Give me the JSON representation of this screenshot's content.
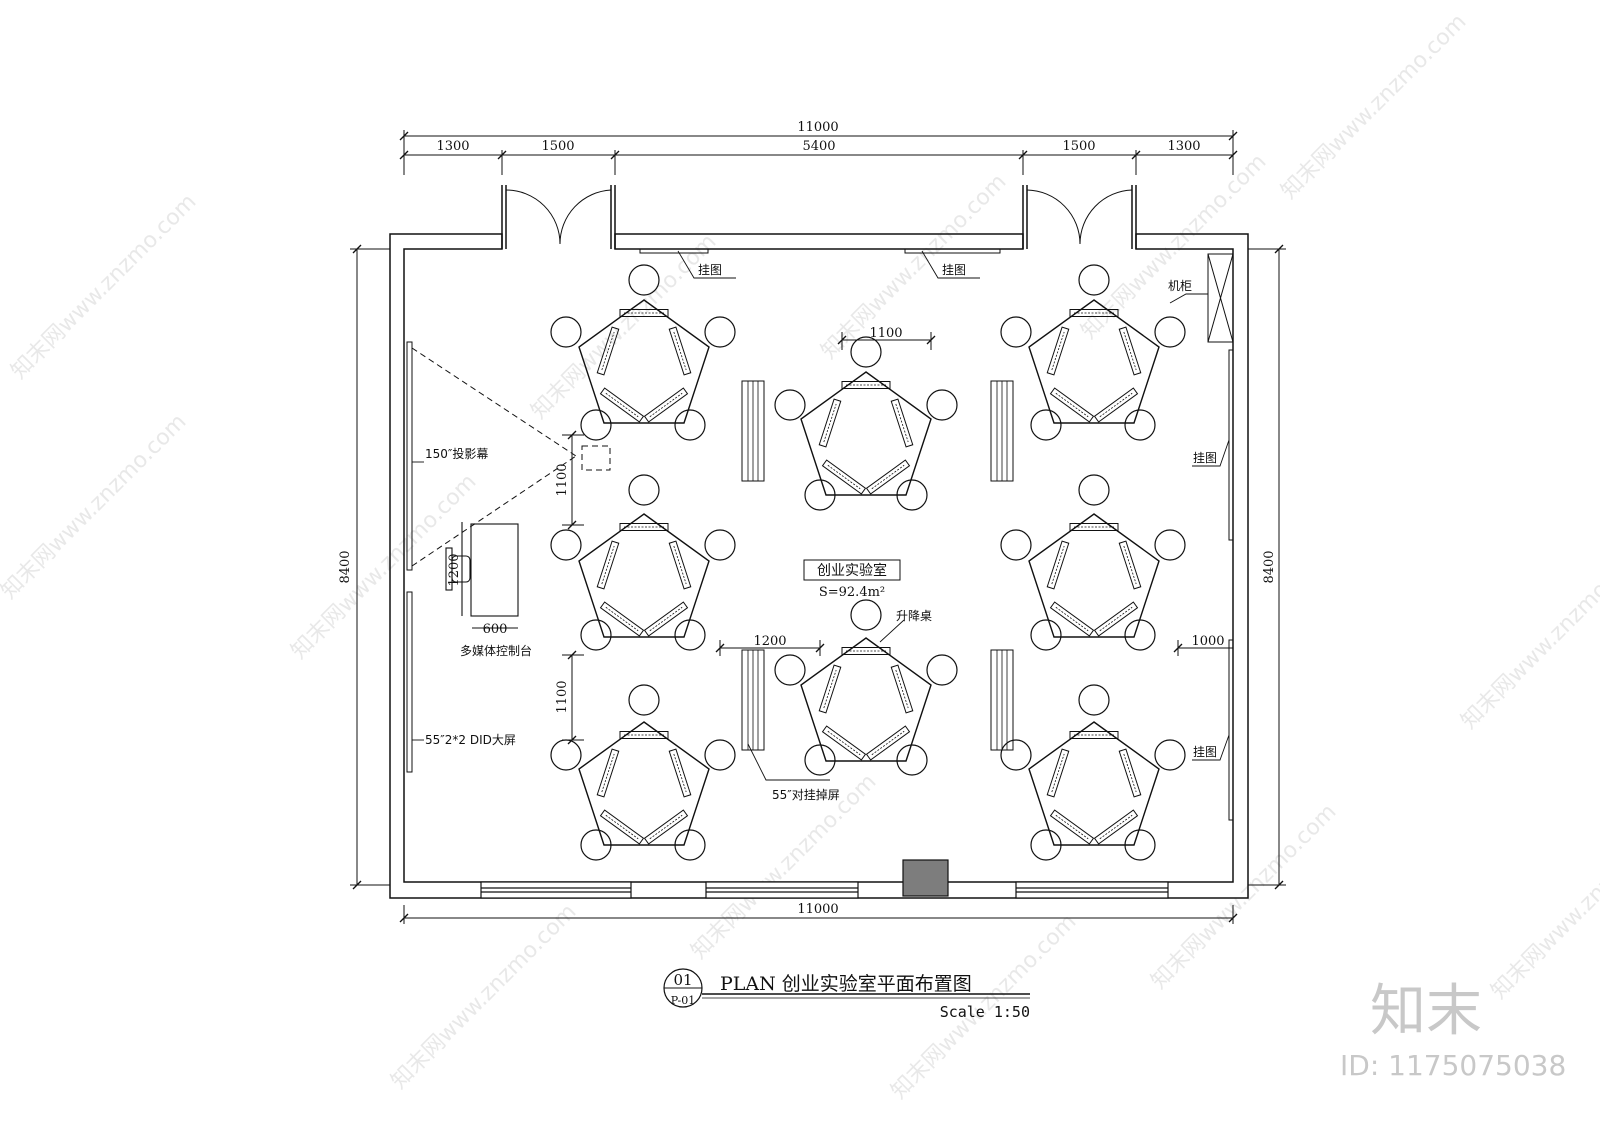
{
  "dimensions": {
    "overall_top": "11000",
    "top_segments": [
      "1300",
      "1500",
      "5400",
      "1500",
      "1300"
    ],
    "overall_bottom": "11000",
    "left_height": "8400",
    "right_height": "8400",
    "top_table_spacing": "1100",
    "left_spacing_1": "1100",
    "left_spacing_2": "1100",
    "console_height": "1200",
    "console_width": "600",
    "aisle_width": "1200",
    "right_clearance": "1000"
  },
  "room": {
    "name": "创业实验室",
    "area": "S=92.4m²"
  },
  "labels": {
    "hanging_1": "挂图",
    "hanging_2": "挂图",
    "hanging_3": "挂图",
    "hanging_4": "挂图",
    "cabinet": "机柜",
    "projection_screen": "150″投影幕",
    "console": "多媒体控制台",
    "did_screen": "55″2*2 DID大屏",
    "lift_table": "升降桌",
    "hanging_screen": "55″对挂掉屏"
  },
  "title": {
    "number": "01",
    "sheet": "P-01",
    "text": "PLAN 创业实验室平面布置图",
    "scale": "Scale 1:50"
  },
  "watermark": {
    "logo": "知末",
    "id": "ID: 1175075038",
    "site": "知末网www.znzmo.com"
  }
}
